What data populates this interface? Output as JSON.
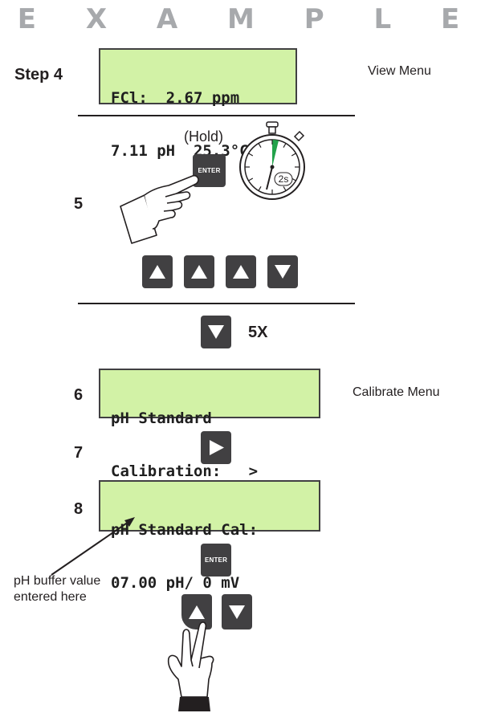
{
  "title": "E X A M P L E",
  "steps": {
    "s4": "Step 4",
    "s5": "5",
    "s6": "6",
    "s7": "7",
    "s8": "8"
  },
  "displays": {
    "view": {
      "line1": "FCl:  2.67 ppm",
      "line2": "7.11 pH  25.3°C",
      "menu": "View Menu"
    },
    "calibrate": {
      "line1": "pH Standard",
      "line2": "Calibration:   >",
      "menu": "Calibrate Menu"
    },
    "standard_cal": {
      "line1": "pH Standard Cal:",
      "line2": "07.00 pH/ 0 mV"
    }
  },
  "hold": {
    "label": "(Hold)",
    "enter_key": "ENTER",
    "timer": "2s"
  },
  "down_repeat": "5X",
  "final_enter_key": "ENTER",
  "note": {
    "line1": "pH buffer value",
    "line2": "entered here"
  },
  "icons": [
    "hand-pointing-icon",
    "stopwatch-icon",
    "up-arrow-key-icon",
    "down-arrow-key-icon",
    "right-arrow-key-icon",
    "hand-two-fingers-icon"
  ],
  "colors": {
    "lcd_bg": "#d2f2a6",
    "key_bg": "#414042",
    "title_gray": "#a7a9ac",
    "timer_green": "#22a24a"
  }
}
